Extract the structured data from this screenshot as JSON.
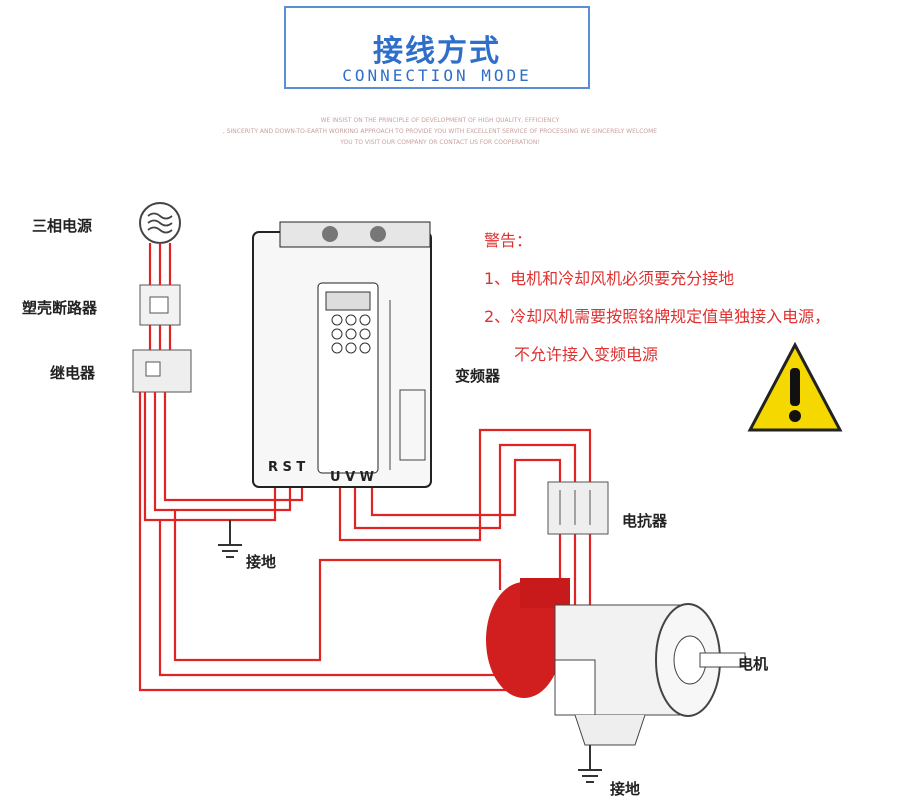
{
  "title": {
    "cn": "接线方式",
    "en": "CONNECTION MODE"
  },
  "tagline": [
    "WE INSIST ON THE PRINCIPLE OF DEVELOPMENT OF HIGH QUALITY, EFFICIENCY",
    ", SINCERITY AND DOWN-TO-EARTH WORKING APPROACH TO PROVIDE YOU WITH EXCELLENT SERVICE OF PROCESSING WE SINCERELY WELCOME",
    "YOU TO VISIT OUR COMPANY OR CONTACT US FOR COOPERATION!"
  ],
  "labels": {
    "power": "三相电源",
    "breaker": "塑壳断路器",
    "relay": "继电器",
    "inverter": "变频器",
    "reactor": "电抗器",
    "motor": "电机",
    "ground1": "接地",
    "ground2": "接地",
    "terminals_in": "R S T",
    "terminals_out": "U V W"
  },
  "warning": {
    "heading": "警告：",
    "item1": "1、电机和冷却风机必须要充分接地",
    "item2": "2、冷却风机需要按照铭牌规定值单独接入电源，",
    "item3": "不允许接入变频电源"
  },
  "icons": [
    "ac-source-icon",
    "warning-triangle-icon",
    "ground-icon"
  ],
  "colors": {
    "accent": "#2f6fca",
    "wire": "#e02424",
    "warning_text": "#e03030",
    "warning_icon": "#f5d800"
  }
}
